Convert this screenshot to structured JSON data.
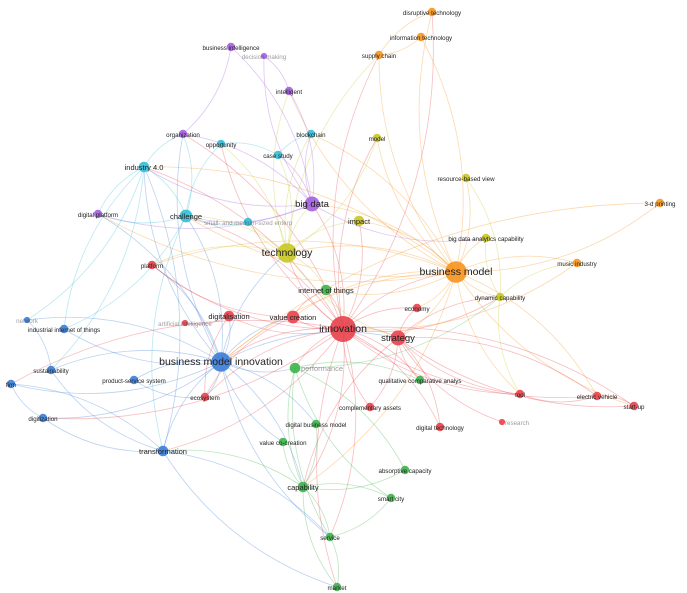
{
  "cluster_colors": {
    "red": "#e8414a",
    "green": "#3cb44b",
    "blue": "#3b7dd8",
    "yellow": "#c9c724",
    "purple": "#a45fe0",
    "cyan": "#33bcd6",
    "orange": "#f7941d"
  },
  "nodes": [
    {
      "id": "innovation",
      "label": "innovation",
      "cluster": "red",
      "weight": 10
    },
    {
      "id": "business_model",
      "label": "business model",
      "cluster": "orange",
      "weight": 8
    },
    {
      "id": "business_model_innovation",
      "label": "business model innovation",
      "cluster": "blue",
      "weight": 7
    },
    {
      "id": "technology",
      "label": "technology",
      "cluster": "yellow",
      "weight": 7
    },
    {
      "id": "big_data",
      "label": "big data",
      "cluster": "purple",
      "weight": 5
    },
    {
      "id": "strategy",
      "label": "strategy",
      "cluster": "red",
      "weight": 5
    },
    {
      "id": "challenge",
      "label": "challenge",
      "cluster": "cyan",
      "weight": 4
    },
    {
      "id": "value_creation",
      "label": "value creation",
      "cluster": "red",
      "weight": 4
    },
    {
      "id": "internet_of_things",
      "label": "internet of things",
      "cluster": "green",
      "weight": 3
    },
    {
      "id": "digitalisation",
      "label": "digitalisation",
      "cluster": "red",
      "weight": 3
    },
    {
      "id": "impact",
      "label": "impact",
      "cluster": "yellow",
      "weight": 3
    },
    {
      "id": "capability",
      "label": "capability",
      "cluster": "green",
      "weight": 3
    },
    {
      "id": "industry_4_0",
      "label": "industry 4.0",
      "cluster": "cyan",
      "weight": 3
    },
    {
      "id": "transformation",
      "label": "transformation",
      "cluster": "blue",
      "weight": 3
    },
    {
      "id": "ecosystem",
      "label": "ecosystem",
      "cluster": "red",
      "weight": 2
    },
    {
      "id": "economy",
      "label": "economy",
      "cluster": "red",
      "weight": 2
    },
    {
      "id": "dynamic_capability",
      "label": "dynamic capability",
      "cluster": "yellow",
      "weight": 2
    },
    {
      "id": "digitization",
      "label": "digitization",
      "cluster": "blue",
      "weight": 2
    },
    {
      "id": "product_service_system",
      "label": "product-service system",
      "cluster": "blue",
      "weight": 2
    },
    {
      "id": "sustainability",
      "label": "sustainability",
      "cluster": "blue",
      "weight": 2
    },
    {
      "id": "industrial_iot",
      "label": "industrial internet of things",
      "cluster": "blue",
      "weight": 2
    },
    {
      "id": "network",
      "label": "network",
      "cluster": "blue",
      "weight": 1
    },
    {
      "id": "firm",
      "label": "firm",
      "cluster": "blue",
      "weight": 2
    },
    {
      "id": "artificial_intelligence",
      "label": "artificial intelligence",
      "cluster": "red",
      "weight": 1
    },
    {
      "id": "platform",
      "label": "platform",
      "cluster": "red",
      "weight": 2
    },
    {
      "id": "digital_platform",
      "label": "digital platform",
      "cluster": "purple",
      "weight": 2
    },
    {
      "id": "organization",
      "label": "organization",
      "cluster": "purple",
      "weight": 2
    },
    {
      "id": "opportunity",
      "label": "opportunity",
      "cluster": "cyan",
      "weight": 2
    },
    {
      "id": "case_study",
      "label": "case study",
      "cluster": "cyan",
      "weight": 2
    },
    {
      "id": "blockchain",
      "label": "blockchain",
      "cluster": "cyan",
      "weight": 2
    },
    {
      "id": "intelligent",
      "label": "intelligent",
      "cluster": "purple",
      "weight": 2
    },
    {
      "id": "decision_making",
      "label": "decision making",
      "cluster": "purple",
      "weight": 1
    },
    {
      "id": "business_intelligence",
      "label": "business intelligence",
      "cluster": "purple",
      "weight": 2
    },
    {
      "id": "small_medium",
      "label": "small- and medium-sized enterp",
      "cluster": "cyan",
      "weight": 2
    },
    {
      "id": "supply_chain",
      "label": "supply chain",
      "cluster": "orange",
      "weight": 2
    },
    {
      "id": "information_technology",
      "label": "information technology",
      "cluster": "orange",
      "weight": 2
    },
    {
      "id": "disruptive_technology",
      "label": "disruptive technology",
      "cluster": "orange",
      "weight": 2
    },
    {
      "id": "model",
      "label": "model",
      "cluster": "yellow",
      "weight": 2
    },
    {
      "id": "resource_based_view",
      "label": "resource-based view",
      "cluster": "yellow",
      "weight": 2
    },
    {
      "id": "three_d_printing",
      "label": "3-d printing",
      "cluster": "orange",
      "weight": 2
    },
    {
      "id": "big_data_analytics",
      "label": "big data analytics capability",
      "cluster": "yellow",
      "weight": 2
    },
    {
      "id": "music_industry",
      "label": "music industry",
      "cluster": "orange",
      "weight": 2
    },
    {
      "id": "qca",
      "label": "qualitative comparative analys",
      "cluster": "green",
      "weight": 2
    },
    {
      "id": "complementary_assets",
      "label": "complementary assets",
      "cluster": "red",
      "weight": 2
    },
    {
      "id": "digital_technology",
      "label": "digital technology",
      "cluster": "red",
      "weight": 2
    },
    {
      "id": "tool",
      "label": "tool",
      "cluster": "red",
      "weight": 2
    },
    {
      "id": "electric_vehicle",
      "label": "electric vehicle",
      "cluster": "red",
      "weight": 2
    },
    {
      "id": "start_up",
      "label": "start-up",
      "cluster": "red",
      "weight": 2
    },
    {
      "id": "research",
      "label": "research",
      "cluster": "red",
      "weight": 1
    },
    {
      "id": "digital_business_model",
      "label": "digital business model",
      "cluster": "green",
      "weight": 2
    },
    {
      "id": "value_cocreation",
      "label": "value co-creation",
      "cluster": "green",
      "weight": 2
    },
    {
      "id": "absorptive_capacity",
      "label": "absorptive capacity",
      "cluster": "green",
      "weight": 2
    },
    {
      "id": "smart_city",
      "label": "smart city",
      "cluster": "green",
      "weight": 2
    },
    {
      "id": "service",
      "label": "service",
      "cluster": "green",
      "weight": 2
    },
    {
      "id": "market",
      "label": "market",
      "cluster": "green",
      "weight": 2
    },
    {
      "id": "performance",
      "label": "performance",
      "cluster": "green",
      "weight": 3
    }
  ],
  "edges": [
    [
      "innovation",
      "business_model"
    ],
    [
      "innovation",
      "business_model_innovation"
    ],
    [
      "innovation",
      "technology"
    ],
    [
      "innovation",
      "big_data"
    ],
    [
      "innovation",
      "strategy"
    ],
    [
      "innovation",
      "challenge"
    ],
    [
      "innovation",
      "value_creation"
    ],
    [
      "innovation",
      "internet_of_things"
    ],
    [
      "innovation",
      "digitalisation"
    ],
    [
      "innovation",
      "impact"
    ],
    [
      "innovation",
      "capability"
    ],
    [
      "innovation",
      "industry_4_0"
    ],
    [
      "innovation",
      "transformation"
    ],
    [
      "innovation",
      "ecosystem"
    ],
    [
      "innovation",
      "economy"
    ],
    [
      "innovation",
      "dynamic_capability"
    ],
    [
      "innovation",
      "qca"
    ],
    [
      "innovation",
      "complementary_assets"
    ],
    [
      "innovation",
      "digital_technology"
    ],
    [
      "innovation",
      "tool"
    ],
    [
      "innovation",
      "start_up"
    ],
    [
      "innovation",
      "electric_vehicle"
    ],
    [
      "innovation",
      "service"
    ],
    [
      "innovation",
      "market"
    ],
    [
      "innovation",
      "supply_chain"
    ],
    [
      "innovation",
      "disruptive_technology"
    ],
    [
      "innovation",
      "model"
    ],
    [
      "innovation",
      "firm"
    ],
    [
      "innovation",
      "platform"
    ],
    [
      "innovation",
      "performance"
    ],
    [
      "innovation",
      "opportunity"
    ],
    [
      "innovation",
      "organization"
    ],
    [
      "innovation",
      "digitization"
    ],
    [
      "business_model",
      "technology"
    ],
    [
      "business_model",
      "strategy"
    ],
    [
      "business_model",
      "big_data"
    ],
    [
      "business_model",
      "supply_chain"
    ],
    [
      "business_model",
      "information_technology"
    ],
    [
      "business_model",
      "disruptive_technology"
    ],
    [
      "business_model",
      "three_d_printing"
    ],
    [
      "business_model",
      "music_industry"
    ],
    [
      "business_model",
      "dynamic_capability"
    ],
    [
      "business_model",
      "big_data_analytics"
    ],
    [
      "business_model",
      "resource_based_view"
    ],
    [
      "business_model",
      "model"
    ],
    [
      "business_model",
      "business_model_innovation"
    ],
    [
      "business_model",
      "challenge"
    ],
    [
      "business_model",
      "industry_4_0"
    ],
    [
      "business_model",
      "internet_of_things"
    ],
    [
      "business_model",
      "value_creation"
    ],
    [
      "business_model",
      "economy"
    ],
    [
      "business_model",
      "platform"
    ],
    [
      "business_model",
      "digital_platform"
    ],
    [
      "business_model",
      "tool"
    ],
    [
      "business_model",
      "electric_vehicle"
    ],
    [
      "business_model",
      "start_up"
    ],
    [
      "business_model",
      "capability"
    ],
    [
      "business_model",
      "impact"
    ],
    [
      "business_model",
      "intelligent"
    ],
    [
      "business_model",
      "blockchain"
    ],
    [
      "business_model_innovation",
      "technology"
    ],
    [
      "business_model_innovation",
      "challenge"
    ],
    [
      "business_model_innovation",
      "industry_4_0"
    ],
    [
      "business_model_innovation",
      "transformation"
    ],
    [
      "business_model_innovation",
      "digitization"
    ],
    [
      "business_model_innovation",
      "sustainability"
    ],
    [
      "business_model_innovation",
      "industrial_iot"
    ],
    [
      "business_model_innovation",
      "network"
    ],
    [
      "business_model_innovation",
      "firm"
    ],
    [
      "business_model_innovation",
      "product_service_system"
    ],
    [
      "business_model_innovation",
      "ecosystem"
    ],
    [
      "business_model_innovation",
      "digitalisation"
    ],
    [
      "business_model_innovation",
      "capability"
    ],
    [
      "business_model_innovation",
      "performance"
    ],
    [
      "business_model_innovation",
      "strategy"
    ],
    [
      "business_model_innovation",
      "digital_platform"
    ],
    [
      "business_model_innovation",
      "organization"
    ],
    [
      "business_model_innovation",
      "platform"
    ],
    [
      "business_model_innovation",
      "value_creation"
    ],
    [
      "business_model_innovation",
      "service"
    ],
    [
      "business_model_innovation",
      "digital_business_model"
    ],
    [
      "business_model_innovation",
      "value_cocreation"
    ],
    [
      "technology",
      "big_data"
    ],
    [
      "technology",
      "challenge"
    ],
    [
      "technology",
      "impact"
    ],
    [
      "technology",
      "case_study"
    ],
    [
      "technology",
      "blockchain"
    ],
    [
      "technology",
      "strategy"
    ],
    [
      "technology",
      "internet_of_things"
    ],
    [
      "technology",
      "opportunity"
    ],
    [
      "technology",
      "small_medium"
    ],
    [
      "technology",
      "platform"
    ],
    [
      "technology",
      "intelligent"
    ],
    [
      "technology",
      "model"
    ],
    [
      "technology",
      "supply_chain"
    ],
    [
      "big_data",
      "business_intelligence"
    ],
    [
      "big_data",
      "decision_making"
    ],
    [
      "big_data",
      "intelligent"
    ],
    [
      "big_data",
      "challenge"
    ],
    [
      "big_data",
      "organization"
    ],
    [
      "big_data",
      "blockchain"
    ],
    [
      "big_data",
      "case_study"
    ],
    [
      "big_data",
      "industry_4_0"
    ],
    [
      "big_data",
      "big_data_analytics"
    ],
    [
      "big_data",
      "digital_platform"
    ],
    [
      "challenge",
      "industry_4_0"
    ],
    [
      "challenge",
      "opportunity"
    ],
    [
      "challenge",
      "organization"
    ],
    [
      "challenge",
      "digital_platform"
    ],
    [
      "challenge",
      "transformation"
    ],
    [
      "challenge",
      "industrial_iot"
    ],
    [
      "challenge",
      "small_medium"
    ],
    [
      "strategy",
      "digital_technology"
    ],
    [
      "strategy",
      "tool"
    ],
    [
      "strategy",
      "economy"
    ],
    [
      "strategy",
      "qca"
    ],
    [
      "strategy",
      "complementary_assets"
    ],
    [
      "strategy",
      "research"
    ],
    [
      "strategy",
      "electric_vehicle"
    ],
    [
      "strategy",
      "start_up"
    ],
    [
      "strategy",
      "dynamic_capability"
    ],
    [
      "strategy",
      "capability"
    ],
    [
      "capability",
      "service"
    ],
    [
      "capability",
      "market"
    ],
    [
      "capability",
      "smart_city"
    ],
    [
      "capability",
      "absorptive_capacity"
    ],
    [
      "capability",
      "value_cocreation"
    ],
    [
      "capability",
      "digital_business_model"
    ],
    [
      "capability",
      "performance"
    ],
    [
      "capability",
      "transformation"
    ],
    [
      "transformation",
      "digitization"
    ],
    [
      "transformation",
      "firm"
    ],
    [
      "transformation",
      "sustainability"
    ],
    [
      "transformation",
      "industry_4_0"
    ],
    [
      "transformation",
      "service"
    ],
    [
      "transformation",
      "market"
    ],
    [
      "industry_4_0",
      "network"
    ],
    [
      "industry_4_0",
      "industrial_iot"
    ],
    [
      "industry_4_0",
      "organization"
    ],
    [
      "industry_4_0",
      "digital_platform"
    ],
    [
      "industry_4_0",
      "sustainability"
    ],
    [
      "performance",
      "service"
    ],
    [
      "performance",
      "qca"
    ],
    [
      "performance",
      "dynamic_capability"
    ],
    [
      "performance",
      "absorptive_capacity"
    ],
    [
      "performance",
      "smart_city"
    ],
    [
      "service",
      "market"
    ],
    [
      "service",
      "smart_city"
    ],
    [
      "value_creation",
      "internet_of_things"
    ],
    [
      "value_creation",
      "ecosystem"
    ],
    [
      "value_creation",
      "platform"
    ],
    [
      "digitalisation",
      "ecosystem"
    ],
    [
      "digitalisation",
      "artificial_intelligence"
    ],
    [
      "dynamic_capability",
      "resource_based_view"
    ],
    [
      "dynamic_capability",
      "big_data_analytics"
    ],
    [
      "dynamic_capability",
      "tool"
    ],
    [
      "dynamic_capability",
      "music_industry"
    ],
    [
      "supply_chain",
      "information_technology"
    ],
    [
      "supply_chain",
      "disruptive_technology"
    ],
    [
      "three_d_printing",
      "business_model_innovation"
    ],
    [
      "music_industry",
      "innovation"
    ],
    [
      "tool",
      "electric_vehicle"
    ],
    [
      "electric_vehicle",
      "start_up"
    ],
    [
      "intelligent",
      "decision_making"
    ],
    [
      "business_intelligence",
      "organization"
    ],
    [
      "firm",
      "digitization"
    ],
    [
      "network",
      "sustainability"
    ],
    [
      "product_service_system",
      "ecosystem"
    ],
    [
      "opportunity",
      "case_study"
    ],
    [
      "blockchain",
      "case_study"
    ]
  ]
}
